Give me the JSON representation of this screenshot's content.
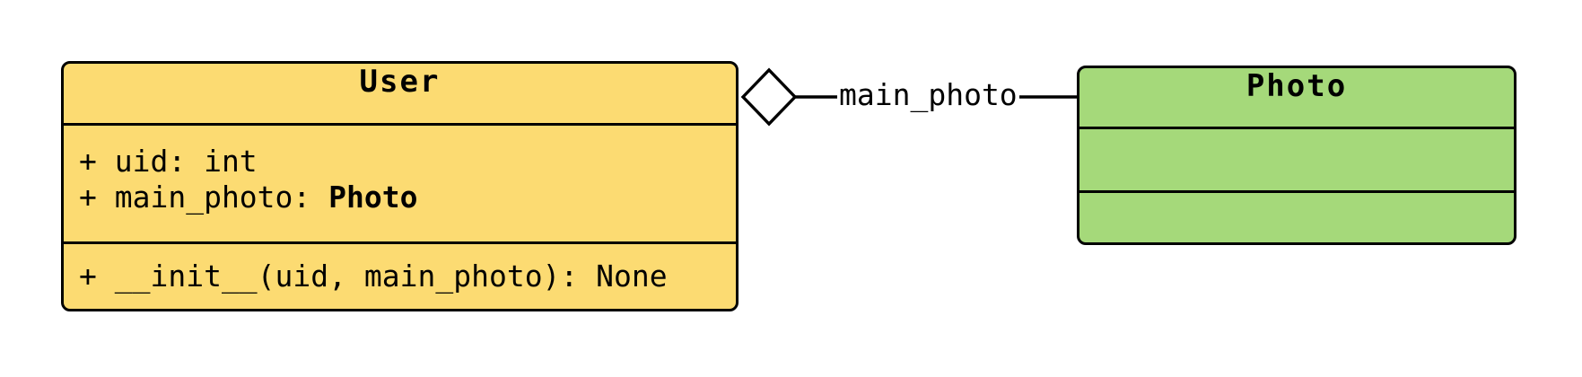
{
  "diagram": {
    "background": "#ffffff",
    "border_color": "#000000",
    "text_color": "#000000"
  },
  "user_class": {
    "title": "User",
    "fill": "#fcdb72",
    "attribute_1": "+ uid: int",
    "attribute_2_prefix": "+ main_photo: ",
    "attribute_2_type": "Photo",
    "method_1": "+ __init__(uid, main_photo): None"
  },
  "photo_class": {
    "title": "Photo",
    "fill": "#a5d97a"
  },
  "relation": {
    "type": "aggregation",
    "label": "main_photo",
    "diamond_fill": "#ffffff",
    "line_color": "#000000"
  }
}
